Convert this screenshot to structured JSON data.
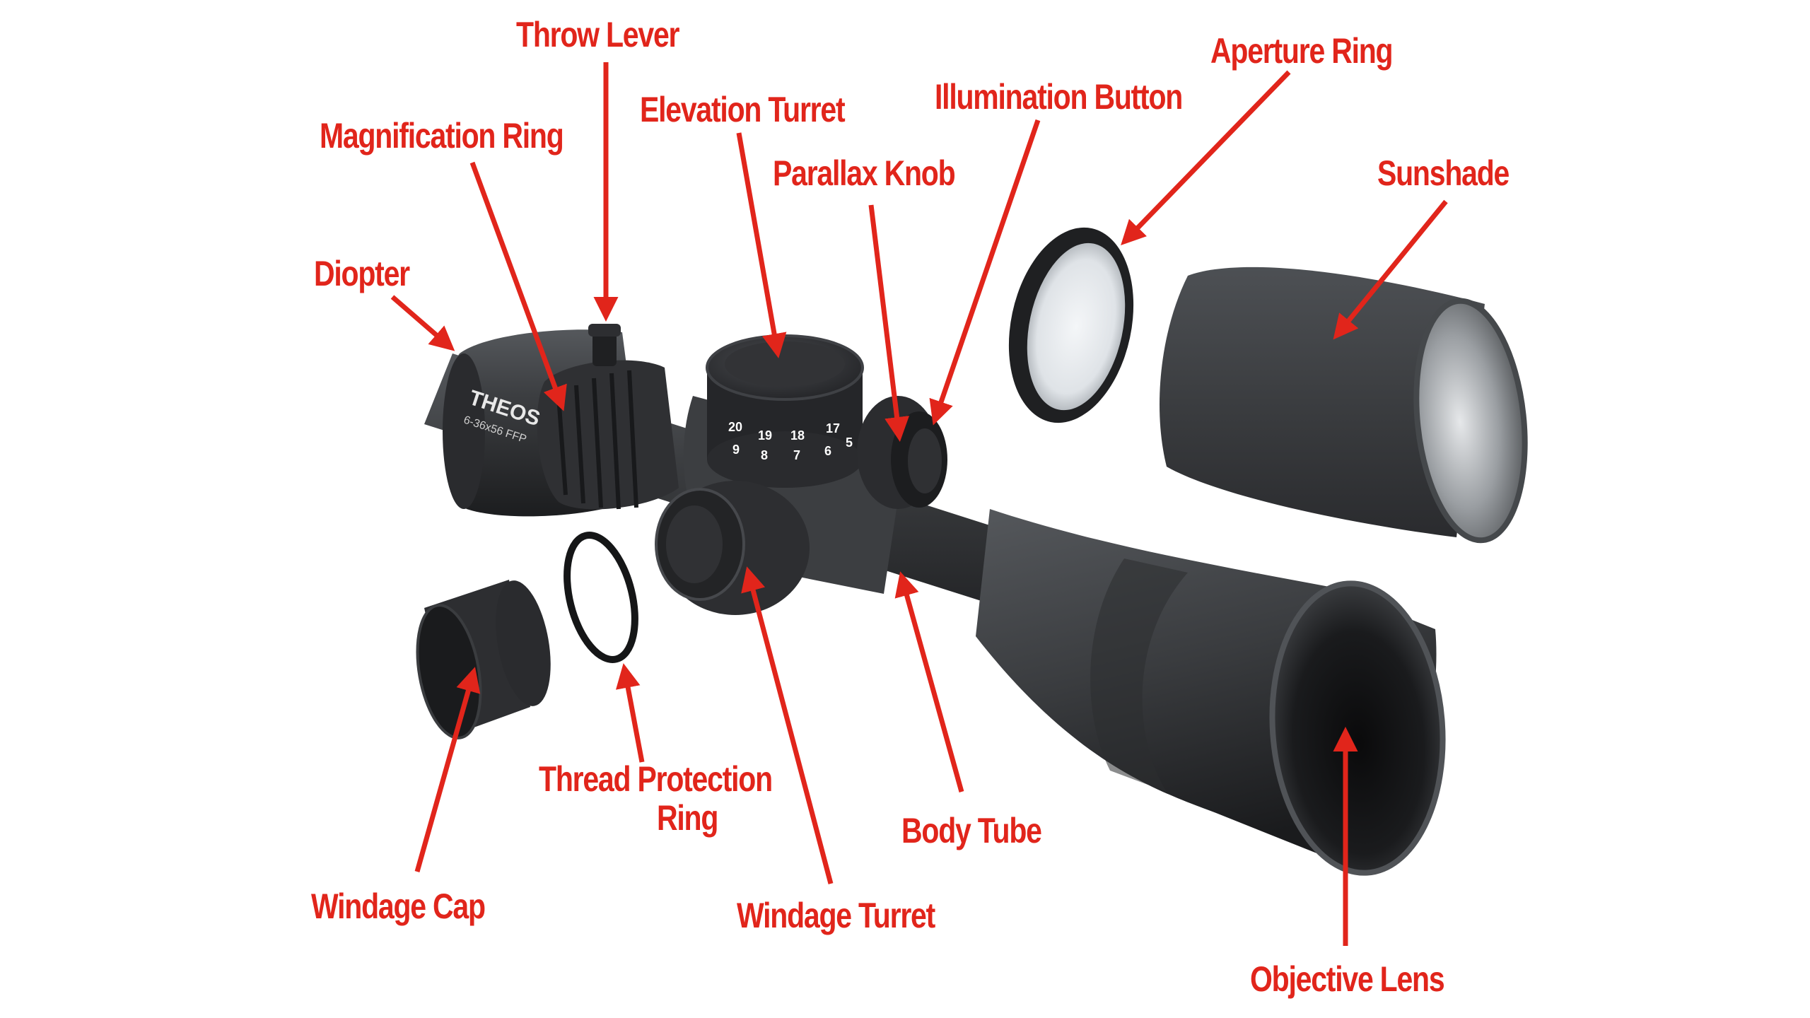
{
  "title": "",
  "scope": {
    "brand_text": "THEOS",
    "model_text": "6-36x56 FFP",
    "elevation_numbers": [
      "20",
      "19",
      "18",
      "17",
      "9",
      "8",
      "7",
      "6",
      "5"
    ]
  },
  "labels": {
    "throw_lever": "Throw Lever",
    "magnification_ring": "Magnification Ring",
    "elevation_turret": "Elevation Turret",
    "illumination_button": "Illumination Button",
    "aperture_ring": "Aperture Ring",
    "parallax_knob": "Parallax Knob",
    "sunshade": "Sunshade",
    "diopter": "Diopter",
    "thread_protection_ring_line1": "Thread Protection",
    "thread_protection_ring_line2": "Ring",
    "body_tube": "Body Tube",
    "windage_cap": "Windage Cap",
    "windage_turret": "Windage Turret",
    "objective_lens": "Objective Lens"
  },
  "colors": {
    "label": "#e1251b",
    "arrow": "#e1251b",
    "scope_body": "#3a3c3f",
    "scope_dark": "#1e1f21",
    "background": "#ffffff"
  }
}
